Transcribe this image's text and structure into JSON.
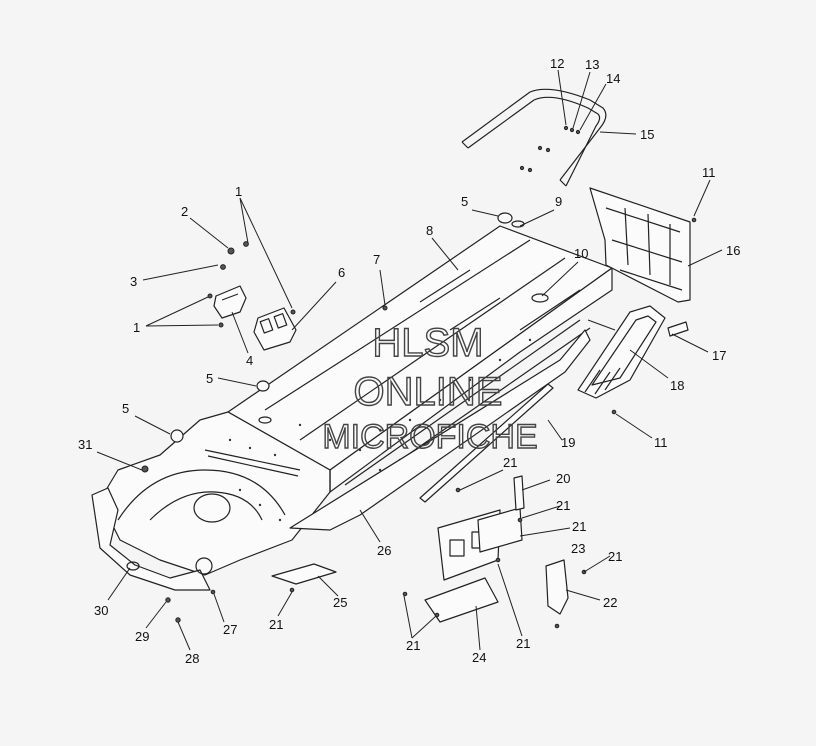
{
  "watermark": {
    "line1": "HLSM",
    "line2": "ONLINE",
    "line3": "MICROFICHE"
  },
  "callouts": [
    {
      "id": "c1a",
      "text": "1"
    },
    {
      "id": "c2",
      "text": "2"
    },
    {
      "id": "c3",
      "text": "3"
    },
    {
      "id": "c1b",
      "text": "1"
    },
    {
      "id": "c4",
      "text": "4"
    },
    {
      "id": "c6",
      "text": "6"
    },
    {
      "id": "c7",
      "text": "7"
    },
    {
      "id": "c8",
      "text": "8"
    },
    {
      "id": "c5a",
      "text": "5"
    },
    {
      "id": "c9",
      "text": "9"
    },
    {
      "id": "c10",
      "text": "10"
    },
    {
      "id": "c5b",
      "text": "5"
    },
    {
      "id": "c5c",
      "text": "5"
    },
    {
      "id": "c31",
      "text": "31"
    },
    {
      "id": "c12",
      "text": "12"
    },
    {
      "id": "c13",
      "text": "13"
    },
    {
      "id": "c14",
      "text": "14"
    },
    {
      "id": "c15",
      "text": "15"
    },
    {
      "id": "c11a",
      "text": "11"
    },
    {
      "id": "c16",
      "text": "16"
    },
    {
      "id": "c17",
      "text": "17"
    },
    {
      "id": "c18",
      "text": "18"
    },
    {
      "id": "c11b",
      "text": "11"
    },
    {
      "id": "c19",
      "text": "19"
    },
    {
      "id": "c21a",
      "text": "21"
    },
    {
      "id": "c20",
      "text": "20"
    },
    {
      "id": "c21b",
      "text": "21"
    },
    {
      "id": "c21c",
      "text": "21"
    },
    {
      "id": "c23",
      "text": "23"
    },
    {
      "id": "c21d",
      "text": "21"
    },
    {
      "id": "c22",
      "text": "22"
    },
    {
      "id": "c26",
      "text": "26"
    },
    {
      "id": "c25",
      "text": "25"
    },
    {
      "id": "c21e",
      "text": "21"
    },
    {
      "id": "c21f",
      "text": "21"
    },
    {
      "id": "c24",
      "text": "24"
    },
    {
      "id": "c21g",
      "text": "21"
    },
    {
      "id": "c30",
      "text": "30"
    },
    {
      "id": "c29",
      "text": "29"
    },
    {
      "id": "c27",
      "text": "27"
    },
    {
      "id": "c28",
      "text": "28"
    }
  ]
}
